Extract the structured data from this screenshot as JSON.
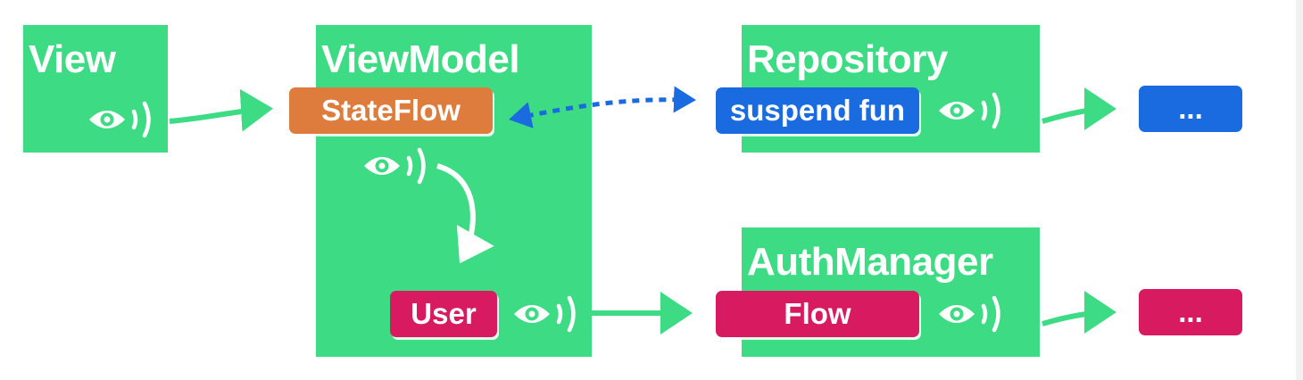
{
  "diagram": {
    "view": {
      "title": "View"
    },
    "viewmodel": {
      "title": "ViewModel",
      "stateflow_label": "StateFlow",
      "user_label": "User"
    },
    "repository": {
      "title": "Repository",
      "suspend_label": "suspend fun",
      "output_label": "..."
    },
    "authmanager": {
      "title": "AuthManager",
      "flow_label": "Flow",
      "output_label": "..."
    },
    "colors": {
      "box_green": "#3ddc84",
      "stateflow_orange": "#de7c3e",
      "suspend_blue": "#1a6be0",
      "flow_pink": "#d81b60",
      "arrow_green": "#3ddc84",
      "arrow_white": "#ffffff",
      "dashed_blue": "#1a6be0"
    },
    "icons": {
      "observe": "observe-eye-icon"
    }
  }
}
